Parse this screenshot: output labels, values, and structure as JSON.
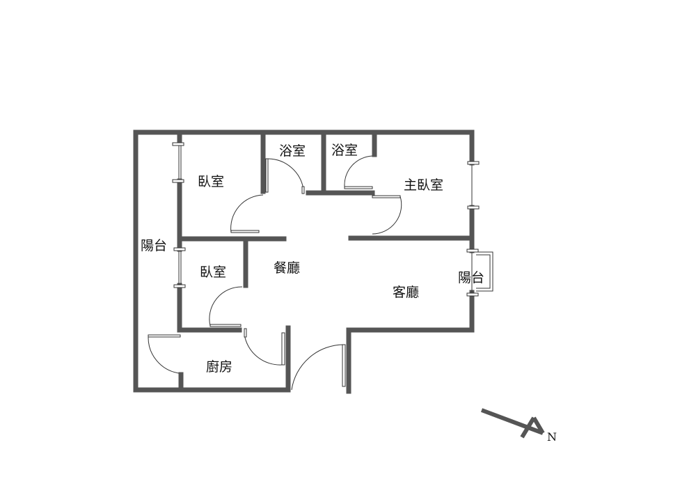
{
  "rooms": {
    "bedroom_1": "臥室",
    "bathroom_1": "浴室",
    "bathroom_2": "浴室",
    "master_bedroom": "主臥室",
    "balcony_west": "陽台",
    "bedroom_2": "臥室",
    "dining_room": "餐廳",
    "living_room": "客廳",
    "balcony_east": "陽台",
    "kitchen": "廚房"
  },
  "compass": {
    "label": "N"
  },
  "colors": {
    "wall": "#555555"
  }
}
